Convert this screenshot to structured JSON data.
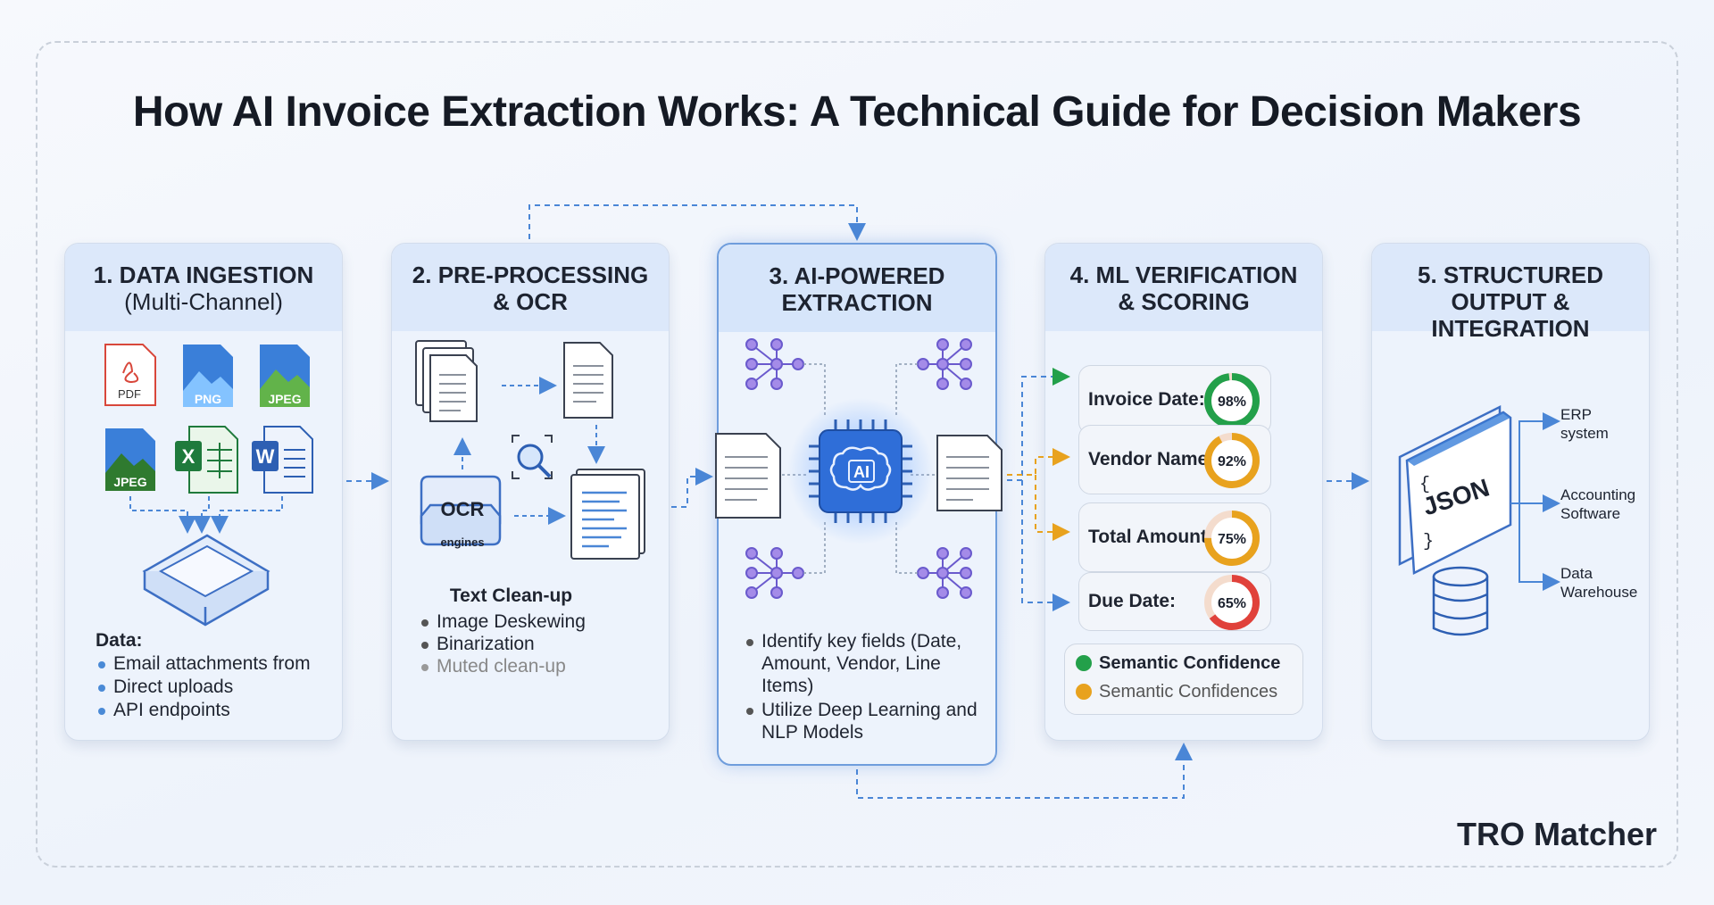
{
  "title": "How AI Invoice Extraction Works: A Technical Guide for Decision Makers",
  "brand": "TRO Matcher",
  "stages": [
    {
      "heading_line1": "1. DATA INGESTION",
      "heading_line2": "(Multi-Channel)"
    },
    {
      "heading_line1": "2. PRE-PROCESSING",
      "heading_line2": "& OCR"
    },
    {
      "heading_line1": "3. AI-POWERED",
      "heading_line2": "EXTRACTION"
    },
    {
      "heading_line1": "4. ML VERIFICATION",
      "heading_line2": "& SCORING"
    },
    {
      "heading_line1": "5. STRUCTURED",
      "heading_line2": "OUTPUT & INTEGRATION"
    }
  ],
  "ingestion": {
    "file_types": [
      "PDF",
      "PNG",
      "JPEG",
      "JPEG",
      "X",
      "W"
    ],
    "data_label": "Data:",
    "items": [
      "Email attachments from",
      "Direct uploads",
      "API endpoints"
    ]
  },
  "preprocessing": {
    "ocr_label": "OCR",
    "engines_label": "engines",
    "cleanup_heading": "Text Clean-up",
    "cleanup_items": [
      "Image Deskewing",
      "Binarization",
      "Muted clean-up"
    ]
  },
  "extraction": {
    "chip_label": "AI",
    "items": [
      "Identify key fields (Date, Amount, Vendor, Line Items)",
      "Utilize Deep Learning and NLP Models"
    ]
  },
  "verification": {
    "scores": [
      {
        "label": "Invoice Date:",
        "percent": "98%",
        "value": 98,
        "color": "#23a04a"
      },
      {
        "label": "Vendor Name:",
        "percent": "92%",
        "value": 92,
        "color": "#e8a21e"
      },
      {
        "label": "Total Amount:",
        "percent": "75%",
        "value": 75,
        "color": "#e8a21e"
      },
      {
        "label": "Due Date:",
        "percent": "65%",
        "value": 65,
        "color": "#e0413a"
      }
    ],
    "legend": [
      {
        "label": "Semantic Confidence",
        "color": "#23a04a"
      },
      {
        "label": "Semantic Confidences",
        "color": "#e8a21e"
      }
    ]
  },
  "output": {
    "json_label": "JSON",
    "targets": [
      {
        "line1": "ERP",
        "line2": "system"
      },
      {
        "line1": "Accounting",
        "line2": "Software"
      },
      {
        "line1": "Data",
        "line2": "Warehouse"
      }
    ]
  }
}
